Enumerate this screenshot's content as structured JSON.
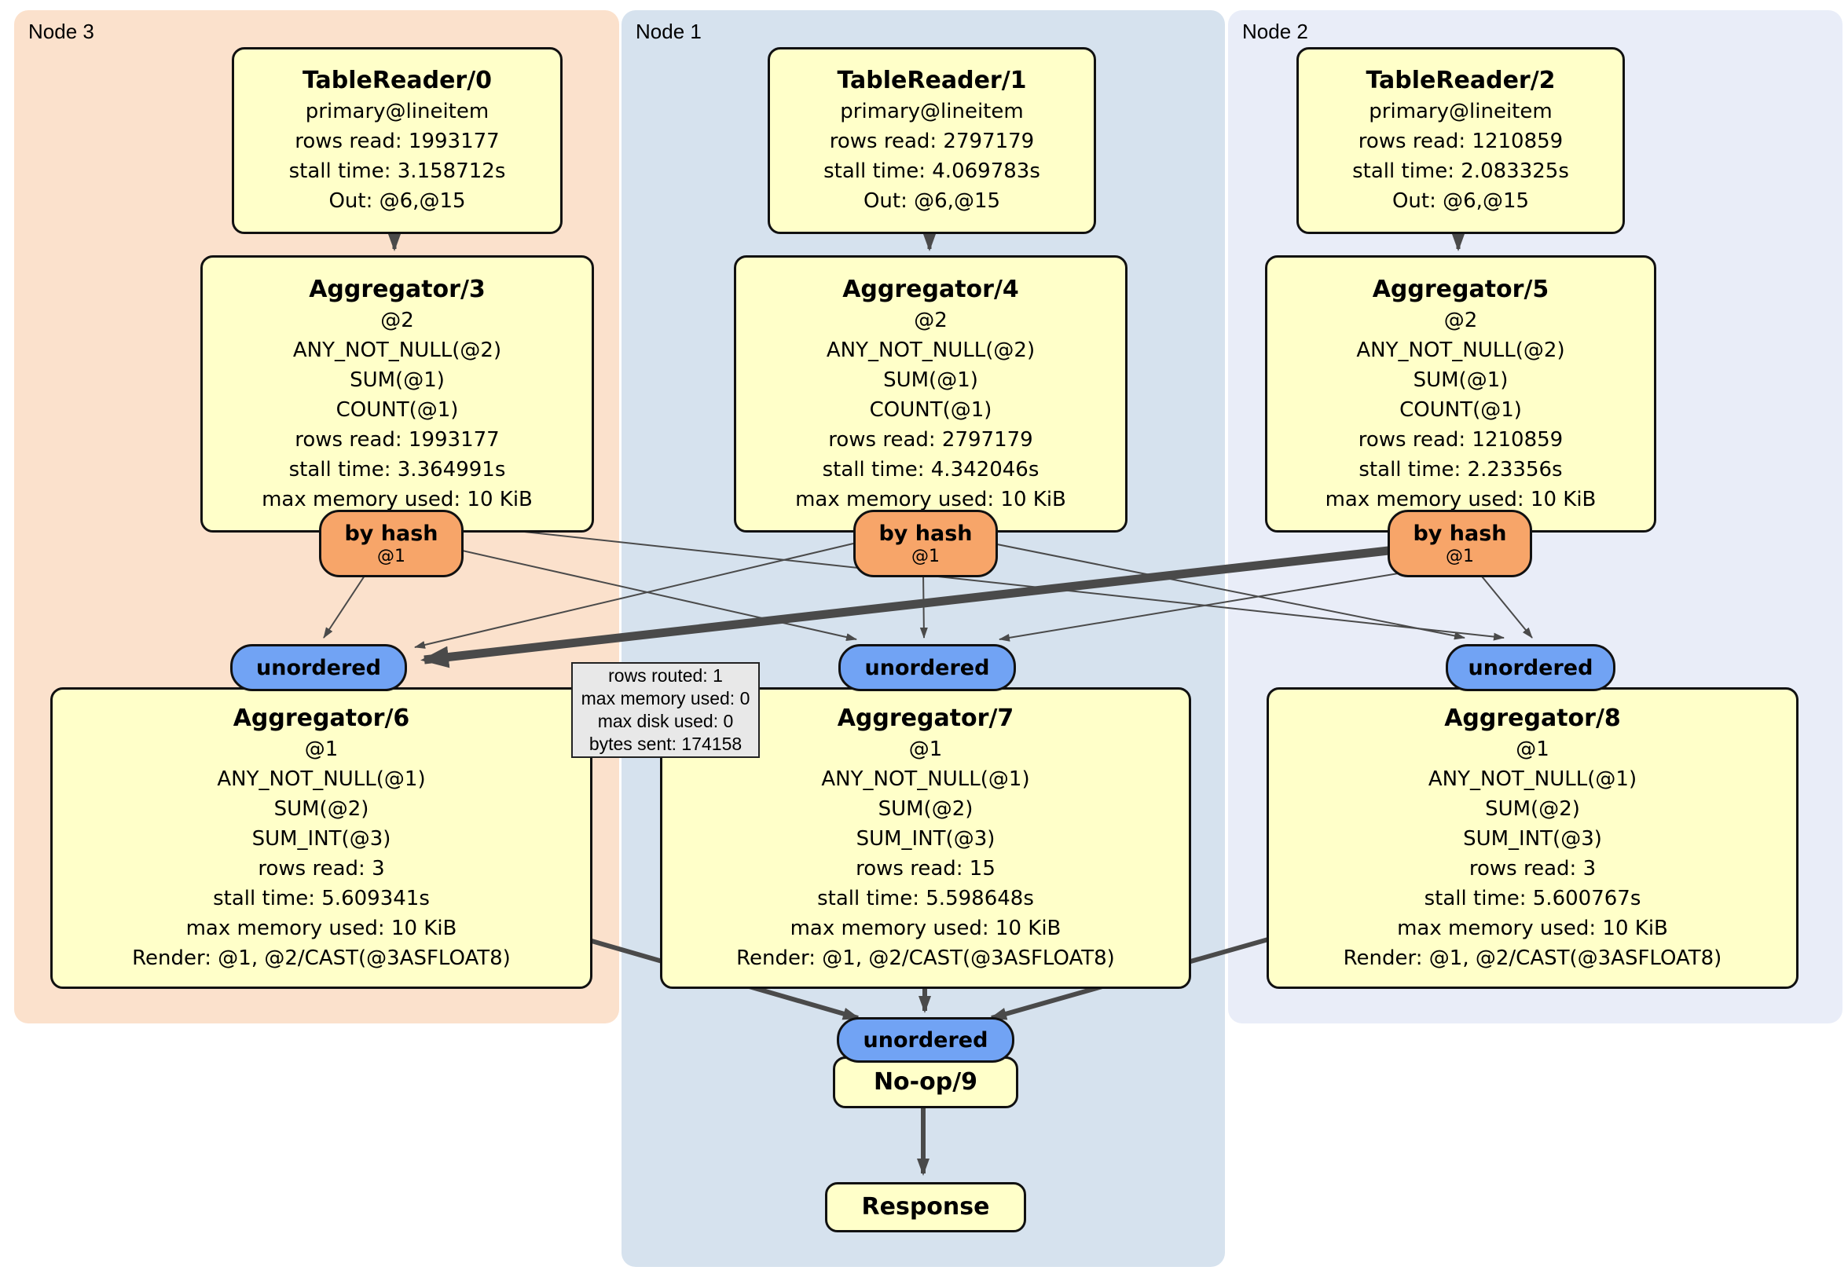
{
  "panels": [
    {
      "label": "Node 3"
    },
    {
      "label": "Node 1"
    },
    {
      "label": "Node 2"
    }
  ],
  "routers": {
    "by_hash_label": "by hash",
    "by_hash_detail": "@1",
    "unordered_label": "unordered"
  },
  "processors": {
    "tr0": {
      "title": "TableReader/0",
      "lines": [
        "primary@lineitem",
        "rows read: 1993177",
        "stall time: 3.158712s",
        "Out: @6,@15"
      ]
    },
    "tr1": {
      "title": "TableReader/1",
      "lines": [
        "primary@lineitem",
        "rows read: 2797179",
        "stall time: 4.069783s",
        "Out: @6,@15"
      ]
    },
    "tr2": {
      "title": "TableReader/2",
      "lines": [
        "primary@lineitem",
        "rows read: 1210859",
        "stall time: 2.083325s",
        "Out: @6,@15"
      ]
    },
    "agg3": {
      "title": "Aggregator/3",
      "lines": [
        "@2",
        "ANY_NOT_NULL(@2)",
        "SUM(@1)",
        "COUNT(@1)",
        "rows read: 1993177",
        "stall time: 3.364991s",
        "max memory used: 10 KiB"
      ]
    },
    "agg4": {
      "title": "Aggregator/4",
      "lines": [
        "@2",
        "ANY_NOT_NULL(@2)",
        "SUM(@1)",
        "COUNT(@1)",
        "rows read: 2797179",
        "stall time: 4.342046s",
        "max memory used: 10 KiB"
      ]
    },
    "agg5": {
      "title": "Aggregator/5",
      "lines": [
        "@2",
        "ANY_NOT_NULL(@2)",
        "SUM(@1)",
        "COUNT(@1)",
        "rows read: 1210859",
        "stall time: 2.23356s",
        "max memory used: 10 KiB"
      ]
    },
    "agg6": {
      "title": "Aggregator/6",
      "lines": [
        "@1",
        "ANY_NOT_NULL(@1)",
        "SUM(@2)",
        "SUM_INT(@3)",
        "rows read: 3",
        "stall time: 5.609341s",
        "max memory used: 10 KiB",
        "Render: @1, @2/CAST(@3ASFLOAT8)"
      ]
    },
    "agg7": {
      "title": "Aggregator/7",
      "lines": [
        "@1",
        "ANY_NOT_NULL(@1)",
        "SUM(@2)",
        "SUM_INT(@3)",
        "rows read: 15",
        "stall time: 5.598648s",
        "max memory used: 10 KiB",
        "Render: @1, @2/CAST(@3ASFLOAT8)"
      ]
    },
    "agg8": {
      "title": "Aggregator/8",
      "lines": [
        "@1",
        "ANY_NOT_NULL(@1)",
        "SUM(@2)",
        "SUM_INT(@3)",
        "rows read: 3",
        "stall time: 5.600767s",
        "max memory used: 10 KiB",
        "Render: @1, @2/CAST(@3ASFLOAT8)"
      ]
    },
    "noop": {
      "title": "No-op/9"
    },
    "response": {
      "title": "Response"
    }
  },
  "tooltip": {
    "lines": [
      "rows routed: 1",
      "max memory used: 0",
      "max disk used: 0",
      "bytes sent: 174158"
    ]
  },
  "colors": {
    "node3_bg": "#fbe1cc",
    "node1_bg": "#d6e2ee",
    "node2_bg": "#e9edf8",
    "processor_bg": "#ffffc9",
    "router_hash_bg": "#f7a569",
    "router_unordered_bg": "#71a3f4",
    "edge": "#4a4a4a",
    "tooltip_bg": "#e8e8e8"
  }
}
